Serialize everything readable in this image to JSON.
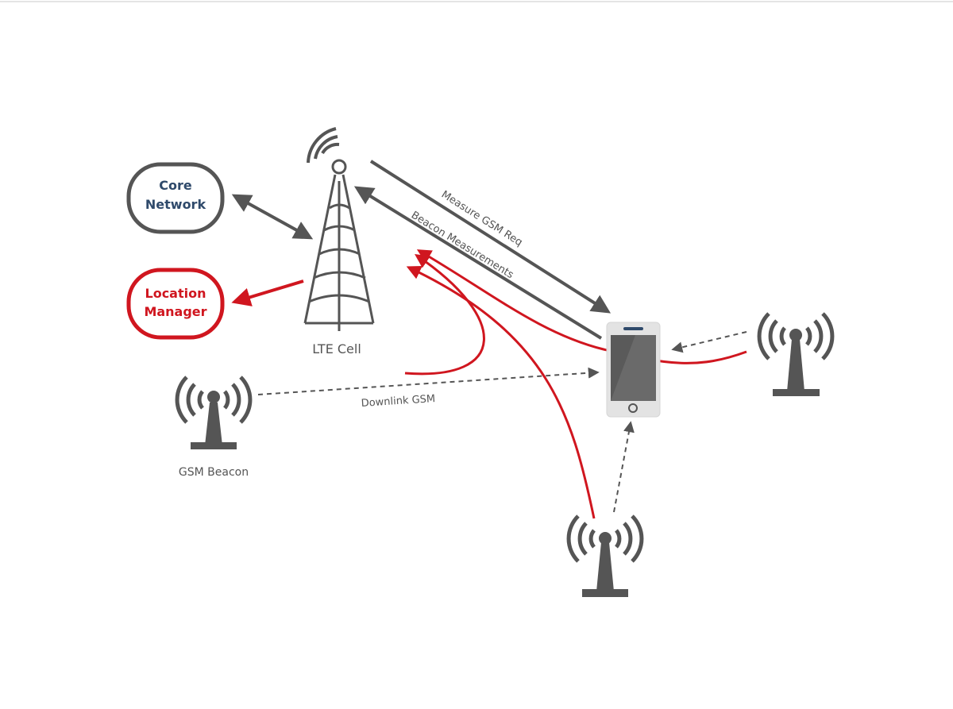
{
  "nodes": {
    "core_network": {
      "line1": "Core",
      "line2": "Network"
    },
    "location_manager": {
      "line1": "Location",
      "line2": "Manager"
    },
    "lte_cell": {
      "label": "LTE Cell"
    },
    "gsm_beacon": {
      "label": "GSM Beacon"
    }
  },
  "arrows": {
    "measure_req": "Measure GSM Req",
    "beacon_meas": "Beacon Measurements",
    "downlink_gsm": "Downlink GSM"
  },
  "colors": {
    "accent": "#d0161f",
    "dark": "#555555",
    "navy": "#2f4a6b"
  }
}
